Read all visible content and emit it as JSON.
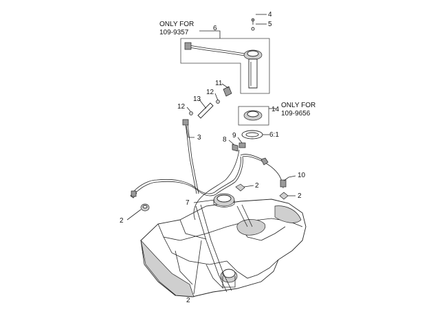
{
  "callouts": [
    {
      "id": "c4",
      "text": "4"
    },
    {
      "id": "c5",
      "text": "5"
    },
    {
      "id": "c6",
      "text": "6"
    },
    {
      "id": "c11",
      "text": "11"
    },
    {
      "id": "c12a",
      "text": "12"
    },
    {
      "id": "c13",
      "text": "13"
    },
    {
      "id": "c12b",
      "text": "12"
    },
    {
      "id": "c14",
      "text": "14"
    },
    {
      "id": "c3",
      "text": "3"
    },
    {
      "id": "c9",
      "text": "9"
    },
    {
      "id": "c8",
      "text": "8"
    },
    {
      "id": "c61",
      "text": "6:1"
    },
    {
      "id": "c10",
      "text": "10"
    },
    {
      "id": "c2a",
      "text": "2"
    },
    {
      "id": "c2b",
      "text": "2"
    },
    {
      "id": "c7",
      "text": "7"
    },
    {
      "id": "c2c",
      "text": "2"
    },
    {
      "id": "c2d",
      "text": "2"
    }
  ],
  "notes": {
    "note_a_line1": "ONLY FOR",
    "note_a_line2": "109-9357",
    "note_b_line1": "ONLY FOR",
    "note_b_line2": "109-9656"
  }
}
